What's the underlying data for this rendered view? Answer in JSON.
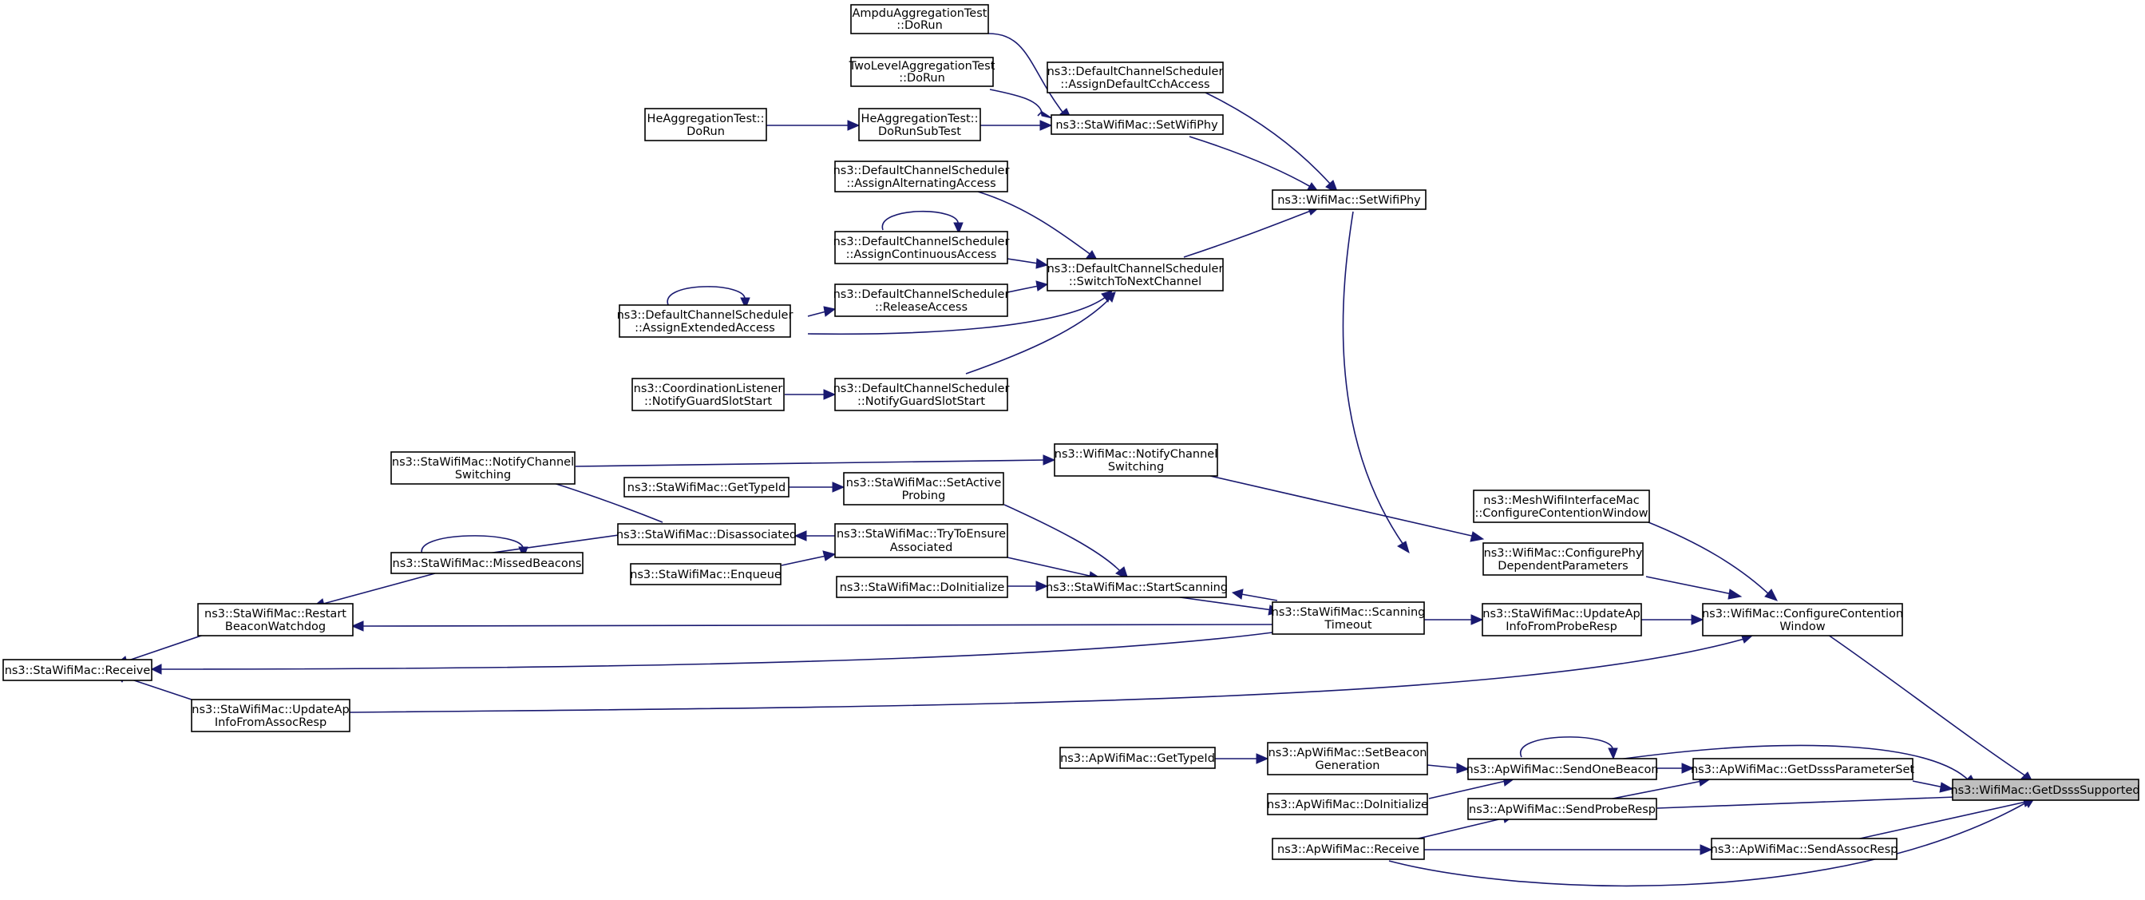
{
  "graph": {
    "colors": {
      "edge": "#191970",
      "node_border": "#000000",
      "node_fill": "#ffffff",
      "highlight_fill": "#bfbfbf"
    },
    "nodes": {
      "ampdu": {
        "lines": [
          "AmpduAggregationTest",
          "::DoRun"
        ]
      },
      "twolevel": {
        "lines": [
          "TwoLevelAggregationTest",
          "::DoRun"
        ]
      },
      "heagg": {
        "lines": [
          "HeAggregationTest::",
          "DoRun"
        ]
      },
      "hesub": {
        "lines": [
          "HeAggregationTest::",
          "DoRunSubTest"
        ]
      },
      "stasetphy": {
        "lines": [
          "ns3::StaWifiMac::SetWifiPhy"
        ]
      },
      "dcs_default": {
        "lines": [
          "ns3::DefaultChannelScheduler",
          "::AssignDefaultCchAccess"
        ]
      },
      "wifisetphy": {
        "lines": [
          "ns3::WifiMac::SetWifiPhy"
        ]
      },
      "dcs_alt": {
        "lines": [
          "ns3::DefaultChannelScheduler",
          "::AssignAlternatingAccess"
        ]
      },
      "dcs_cont": {
        "lines": [
          "ns3::DefaultChannelScheduler",
          "::AssignContinuousAccess"
        ]
      },
      "dcs_switch": {
        "lines": [
          "ns3::DefaultChannelScheduler",
          "::SwitchToNextChannel"
        ]
      },
      "dcs_release": {
        "lines": [
          "ns3::DefaultChannelScheduler",
          "::ReleaseAccess"
        ]
      },
      "dcs_ext": {
        "lines": [
          "ns3::DefaultChannelScheduler",
          "::AssignExtendedAccess"
        ]
      },
      "coord": {
        "lines": [
          "ns3::CoordinationListener",
          "::NotifyGuardSlotStart"
        ]
      },
      "dcs_guard": {
        "lines": [
          "ns3::DefaultChannelScheduler",
          "::NotifyGuardSlotStart"
        ]
      },
      "sta_notify": {
        "lines": [
          "ns3::StaWifiMac::NotifyChannel",
          "Switching"
        ]
      },
      "wifi_notify": {
        "lines": [
          "ns3::WifiMac::NotifyChannel",
          "Switching"
        ]
      },
      "sta_typeid": {
        "lines": [
          "ns3::StaWifiMac::GetTypeId"
        ]
      },
      "sta_active": {
        "lines": [
          "ns3::StaWifiMac::SetActive",
          "Probing"
        ]
      },
      "mesh_cw": {
        "lines": [
          "ns3::MeshWifiInterfaceMac",
          "::ConfigureContentionWindow"
        ]
      },
      "sta_disassoc": {
        "lines": [
          "ns3::StaWifiMac::Disassociated"
        ]
      },
      "sta_try": {
        "lines": [
          "ns3::StaWifiMac::TryToEnsure",
          "Associated"
        ]
      },
      "wifi_cfgphy": {
        "lines": [
          "ns3::WifiMac::ConfigurePhy",
          "DependentParameters"
        ]
      },
      "sta_missed": {
        "lines": [
          "ns3::StaWifiMac::MissedBeacons"
        ]
      },
      "sta_enqueue": {
        "lines": [
          "ns3::StaWifiMac::Enqueue"
        ]
      },
      "sta_doinit": {
        "lines": [
          "ns3::StaWifiMac::DoInitialize"
        ]
      },
      "sta_startscan": {
        "lines": [
          "ns3::StaWifiMac::StartScanning"
        ]
      },
      "sta_restart": {
        "lines": [
          "ns3::StaWifiMac::Restart",
          "BeaconWatchdog"
        ]
      },
      "sta_scantimeout": {
        "lines": [
          "ns3::StaWifiMac::Scanning",
          "Timeout"
        ]
      },
      "sta_updprobe": {
        "lines": [
          "ns3::StaWifiMac::UpdateAp",
          "InfoFromProbeResp"
        ]
      },
      "wifi_cfgcw": {
        "lines": [
          "ns3::WifiMac::ConfigureContention",
          "Window"
        ]
      },
      "sta_receive": {
        "lines": [
          "ns3::StaWifiMac::Receive"
        ]
      },
      "sta_updassoc": {
        "lines": [
          "ns3::StaWifiMac::UpdateAp",
          "InfoFromAssocResp"
        ]
      },
      "ap_typeid": {
        "lines": [
          "ns3::ApWifiMac::GetTypeId"
        ]
      },
      "ap_setbeacon": {
        "lines": [
          "ns3::ApWifiMac::SetBeacon",
          "Generation"
        ]
      },
      "ap_sendbeacon": {
        "lines": [
          "ns3::ApWifiMac::SendOneBeacon"
        ]
      },
      "ap_getdsss": {
        "lines": [
          "ns3::ApWifiMac::GetDsssParameterSet"
        ]
      },
      "wifi_getdsss": {
        "lines": [
          "ns3::WifiMac::GetDsssSupported"
        ]
      },
      "ap_doinit": {
        "lines": [
          "ns3::ApWifiMac::DoInitialize"
        ]
      },
      "ap_probe": {
        "lines": [
          "ns3::ApWifiMac::SendProbeResp"
        ]
      },
      "ap_receive": {
        "lines": [
          "ns3::ApWifiMac::Receive"
        ]
      },
      "ap_assoc": {
        "lines": [
          "ns3::ApWifiMac::SendAssocResp"
        ]
      }
    }
  }
}
